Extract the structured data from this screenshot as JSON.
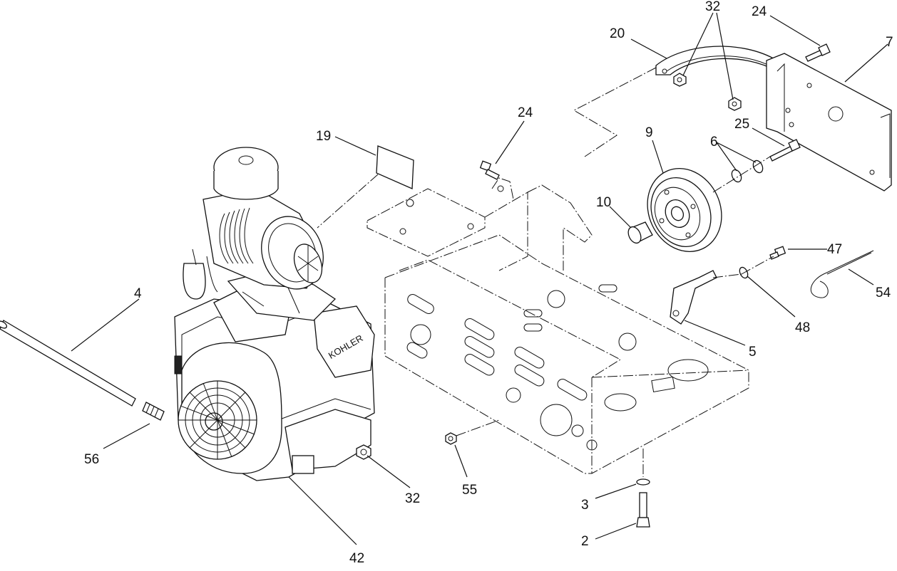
{
  "callouts": {
    "c32_top": "32",
    "c24_top": "24",
    "c20": "20",
    "c7": "7",
    "c24_mid": "24",
    "c19": "19",
    "c9": "9",
    "c6": "6",
    "c25": "25",
    "c10": "10",
    "c47": "47",
    "c4": "4",
    "c54": "54",
    "c48": "48",
    "c5": "5",
    "c56": "56",
    "c32_bottom": "32",
    "c55": "55",
    "c3": "3",
    "c2": "2",
    "c42": "42"
  },
  "engine_labels": {
    "shroud_brand": "KOHLER"
  },
  "icons": {
    "fan": "fan-guard-icon",
    "air_cleaner": "air-cleaner-icon",
    "pulley": "pulley-icon"
  }
}
